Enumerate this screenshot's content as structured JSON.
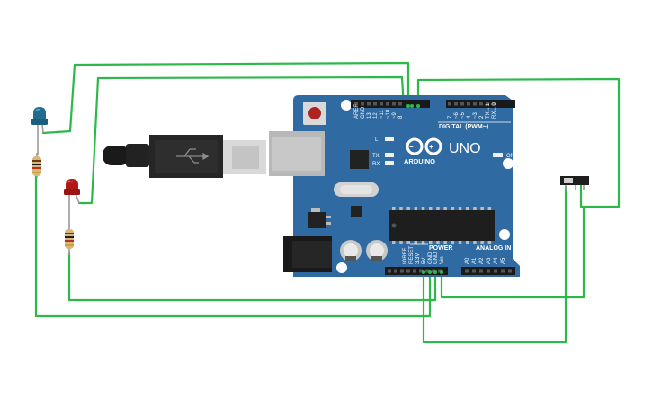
{
  "board": {
    "name": "UNO",
    "logo_text": "ARDUINO",
    "digital_label": "DIGITAL (PWM~)",
    "power_label": "POWER",
    "analog_label": "ANALOG IN",
    "on_label": "ON",
    "led_l": "L",
    "led_tx": "TX",
    "led_rx": "RX",
    "digital_pins": [
      "AREF",
      "GND",
      "13",
      "12",
      "~11",
      "~10",
      "~9",
      "8",
      "7",
      "~6",
      "~5",
      "4",
      "~3",
      "2",
      "TX→1",
      "RX←0"
    ],
    "power_pins": [
      "IOREF",
      "RESET",
      "3.3V",
      "5V",
      "GND",
      "GND",
      "Vin"
    ],
    "analog_pins": [
      "A0",
      "A1",
      "A2",
      "A3",
      "A4",
      "A5"
    ]
  },
  "components": {
    "led_blue": "blue-led",
    "led_red": "red-led",
    "switch": "slide-switch",
    "usb_cable": "usb-cable",
    "wire_color": "#2db84a",
    "board_color": "#2f6aa3"
  }
}
